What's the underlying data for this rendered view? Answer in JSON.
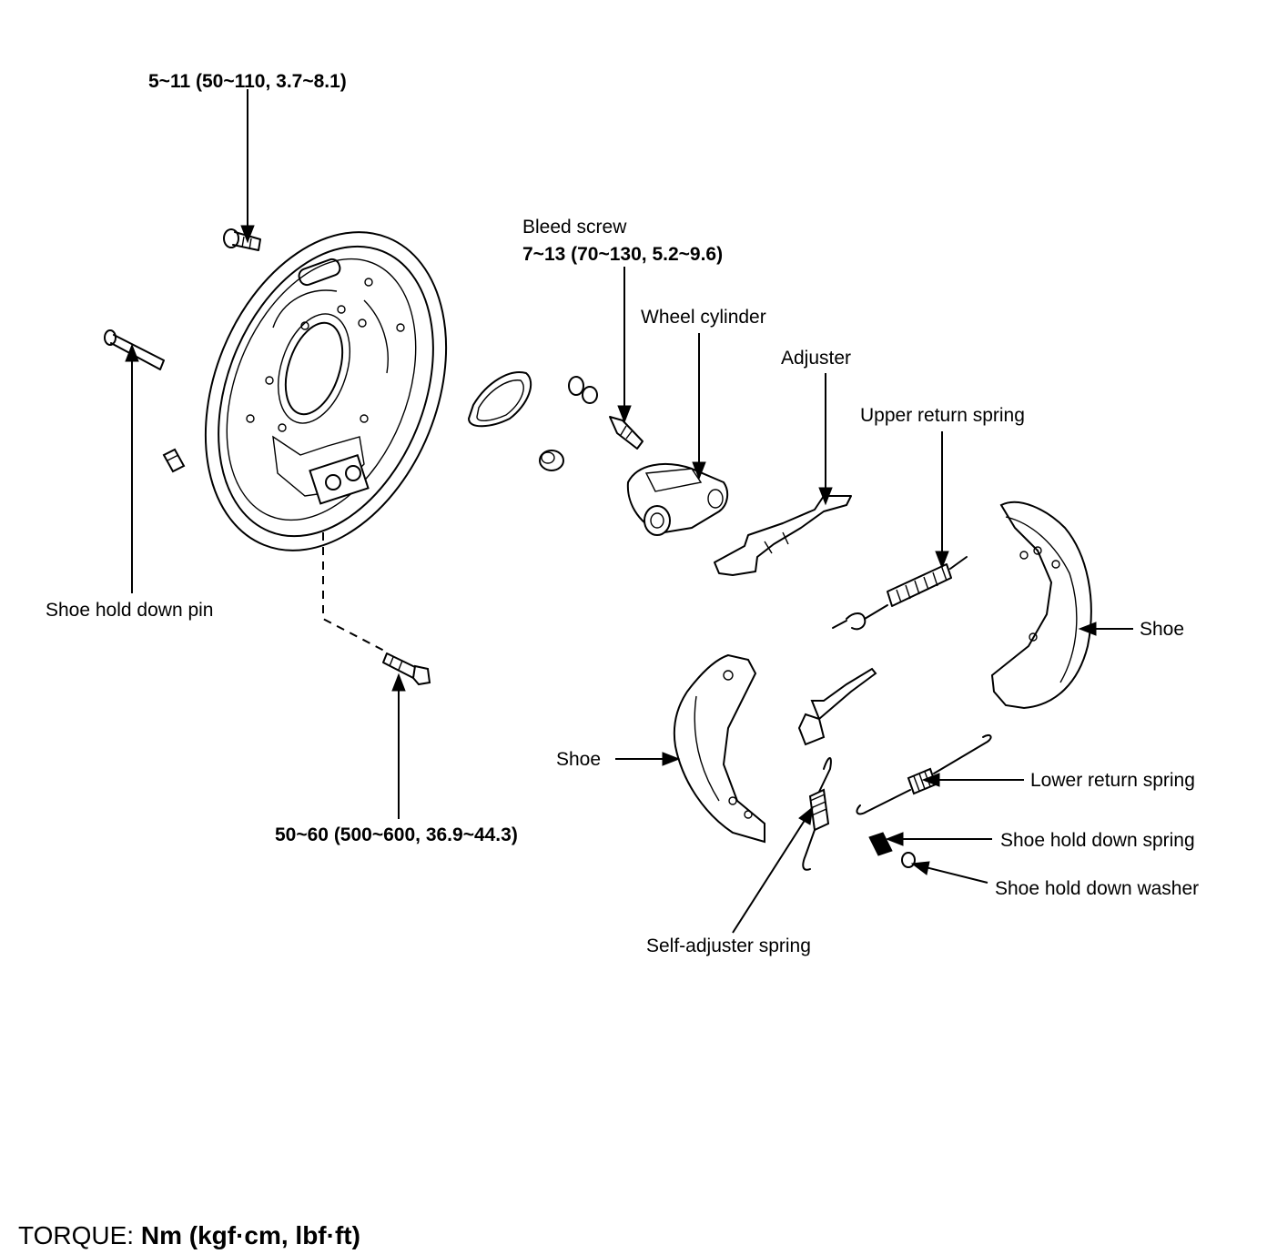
{
  "labels": {
    "torque_backing_plate_bolt": "5~11 (50~110, 3.7~8.1)",
    "bleed_screw": "Bleed screw",
    "torque_bleed_screw": "7~13 (70~130, 5.2~9.6)",
    "wheel_cylinder": "Wheel cylinder",
    "adjuster": "Adjuster",
    "upper_return_spring": "Upper return spring",
    "shoe_right": "Shoe",
    "shoe_hold_down_pin": "Shoe hold down pin",
    "torque_mounting_bolt": "50~60 (500~600, 36.9~44.3)",
    "shoe_left": "Shoe",
    "lower_return_spring": "Lower return spring",
    "shoe_hold_down_spring": "Shoe hold down spring",
    "shoe_hold_down_washer": "Shoe hold down washer",
    "self_adjuster_spring": "Self-adjuster spring"
  },
  "torque_units": {
    "prefix": "TORQUE:",
    "units": "Nm (kgf·cm, lbf·ft)"
  },
  "colors": {
    "line": "#000000",
    "background": "#ffffff"
  }
}
